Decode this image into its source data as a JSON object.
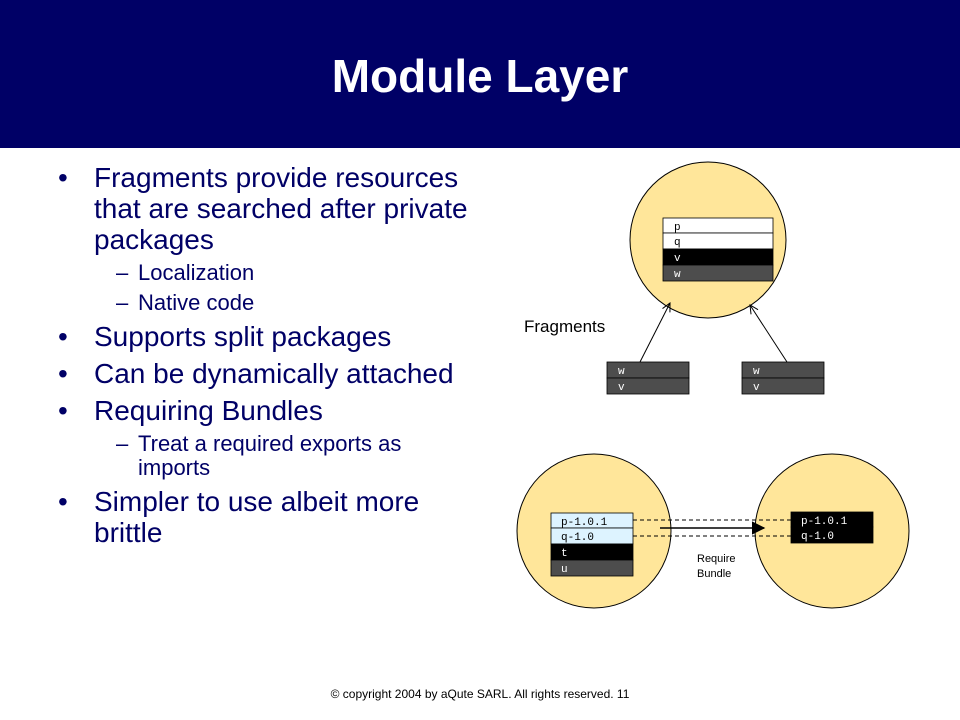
{
  "title": "Module Layer",
  "bullets": [
    {
      "text": "Fragments provide resources that are searched after private packages",
      "subs": [
        "Localization",
        "Native code"
      ]
    },
    {
      "text": "Supports split packages",
      "subs": []
    },
    {
      "text": "Can be dynamically attached",
      "subs": []
    },
    {
      "text": "Requiring Bundles",
      "subs": [
        "Treat a required exports as imports"
      ]
    },
    {
      "text": "Simpler to use albeit more brittle",
      "subs": []
    }
  ],
  "diagram": {
    "fragments_label": "Fragments",
    "host_bundle_packages": [
      "p",
      "q",
      "v",
      "w"
    ],
    "fragment_left_packages": [
      "w",
      "v"
    ],
    "fragment_right_packages": [
      "w",
      "v"
    ],
    "requiring_bundle_packages": [
      "p-1.0.1",
      "q-1.0",
      "t",
      "u"
    ],
    "required_bundle_packages": [
      "p-1.0.1",
      "q-1.0"
    ],
    "require_label_line1": "Require",
    "require_label_line2": "Bundle"
  },
  "colors": {
    "header_bg": "#000066",
    "text": "#000066",
    "bundle_fill": "#FFE69A",
    "package_dark": "#000000",
    "package_gray": "#4D4D4D",
    "package_light": "#DDF3FF"
  },
  "footer": "© copyright 2004 by aQute SARL. All rights reserved. 11"
}
